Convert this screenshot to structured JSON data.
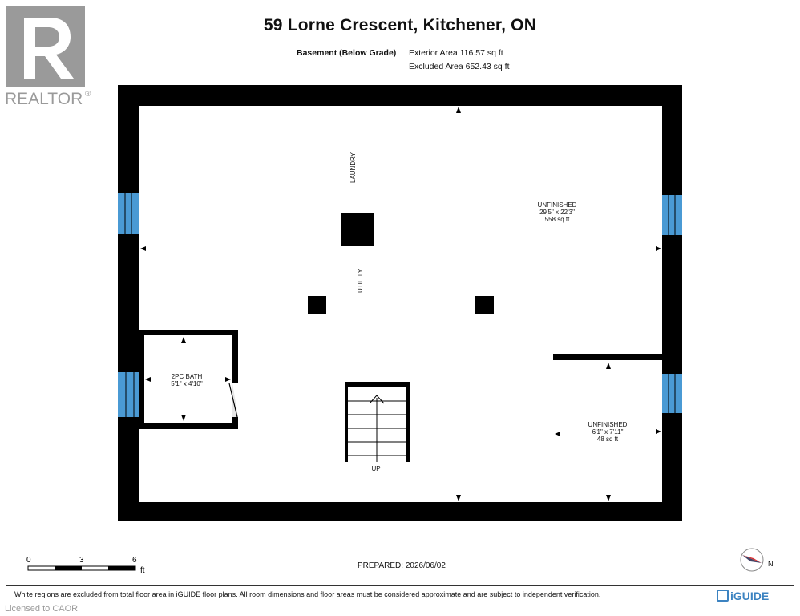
{
  "header": {
    "title": "59 Lorne Crescent, Kitchener, ON",
    "level": "Basement (Below Grade)",
    "exterior_area": "Exterior Area 116.57 sq ft",
    "excluded_area": "Excluded Area 652.43 sq ft"
  },
  "logo": {
    "text": "REALTOR",
    "mark": "®",
    "color": "#9a9a9a"
  },
  "rooms": {
    "laundry": "LAUNDRY",
    "utility": "UTILITY",
    "unfinished_main": {
      "name": "UNFINISHED",
      "dims": "29'5\" x 22'3\"",
      "area": "558 sq ft"
    },
    "bath": {
      "name": "2PC BATH",
      "dims": "5'1\" x 4'10\""
    },
    "unfinished_small": {
      "name": "UNFINISHED",
      "dims": "6'1\" x 7'11\"",
      "area": "48 sq ft"
    },
    "stairs": "UP"
  },
  "scale": {
    "ticks": [
      "0",
      "3",
      "6"
    ],
    "unit": "ft"
  },
  "prepared": "PREPARED: 2026/06/02",
  "disclaimer": "White regions are excluded from total floor area in iGUIDE floor plans. All room dimensions and floor areas must be considered approximate and are subject to independent verification.",
  "brand": "iGUIDE",
  "licensed": "Licensed to CAOR",
  "compass_label": "N",
  "colors": {
    "wall": "#000000",
    "window": "#4a9ad4",
    "brand": "#3c83c1"
  }
}
